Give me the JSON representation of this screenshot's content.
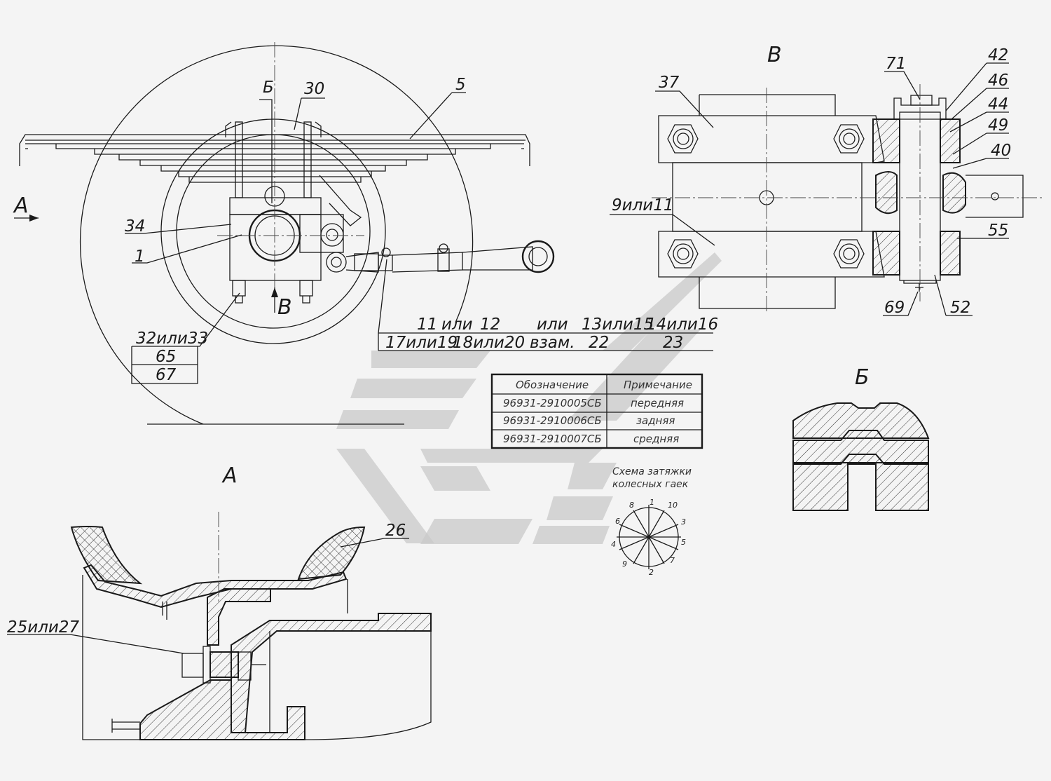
{
  "views": {
    "main": {
      "callouts": [
        "Б",
        "30",
        "5",
        "34",
        "1",
        "32или33",
        "65",
        "67"
      ],
      "view_arrows": [
        "А",
        "В"
      ],
      "variant_row1": [
        "11",
        "или",
        "12",
        "или",
        "13или15",
        "14или16"
      ],
      "variant_row2": [
        "17или19",
        "18или20",
        "взам.",
        "22",
        "23"
      ]
    },
    "view_v": {
      "title": "В",
      "callouts": [
        "37",
        "9или11",
        "71",
        "42",
        "46",
        "44",
        "49",
        "40",
        "55",
        "69",
        "52"
      ]
    },
    "view_b": {
      "title": "Б"
    },
    "view_a": {
      "title": "А",
      "callouts": [
        "26",
        "25или27"
      ]
    }
  },
  "table": {
    "headers": [
      "Обозначение",
      "Примечание"
    ],
    "rows": [
      [
        "96931-2910005СБ",
        "передняя"
      ],
      [
        "96931-2910006СБ",
        "задняя"
      ],
      [
        "96931-2910007СБ",
        "средняя"
      ]
    ]
  },
  "tightening_scheme": {
    "title_line1": "Схема затяжки",
    "title_line2": "колесных гаек",
    "numbers": [
      "1",
      "10",
      "3",
      "5",
      "7",
      "2",
      "9",
      "4",
      "6",
      "8"
    ]
  },
  "colors": {
    "line": "#1a1a1a",
    "background": "#f4f4f4",
    "watermark": "#c9c9c9"
  }
}
